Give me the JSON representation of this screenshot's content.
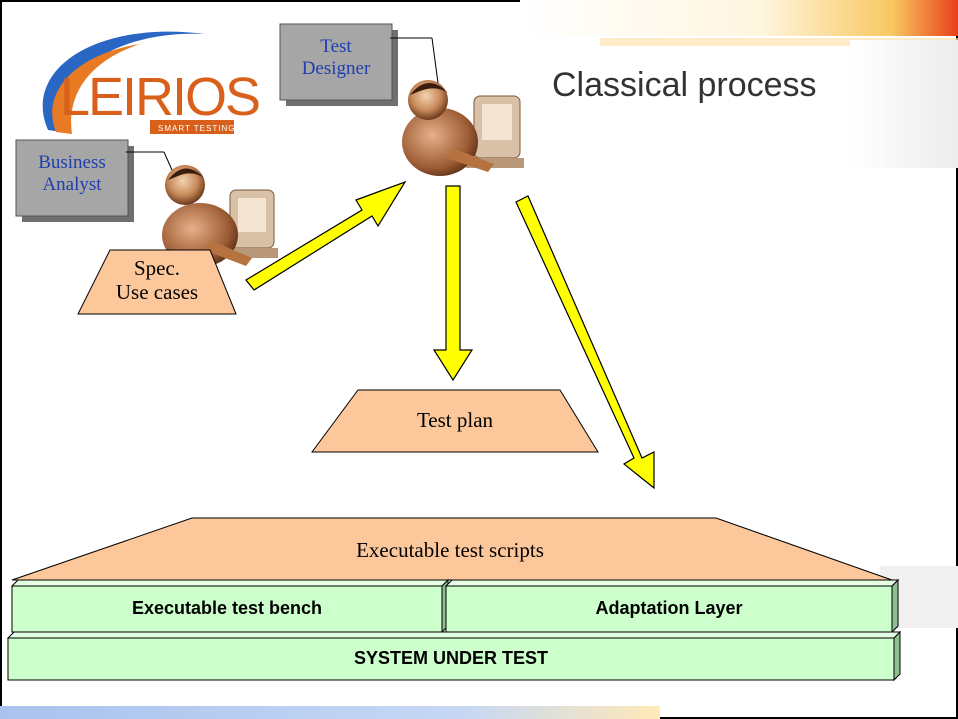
{
  "slide": {
    "title": "Classical process",
    "logo": {
      "name": "LEIRIOS",
      "tagline": "SMART TESTING"
    }
  },
  "actors": {
    "business_analyst": {
      "label_line1": "Business",
      "label_line2": "Analyst"
    },
    "test_designer": {
      "label_line1": "Test",
      "label_line2": "Designer"
    }
  },
  "artifacts": {
    "spec": {
      "line1": "Spec.",
      "line2": "Use cases"
    },
    "test_plan": "Test plan",
    "executable_scripts": "Executable test scripts"
  },
  "layers": {
    "test_bench": "Executable test bench",
    "adaptation": "Adaptation Layer",
    "system_under_test": "SYSTEM UNDER TEST"
  },
  "colors": {
    "arrow_fill": "#ffff00",
    "trapezoid_fill": "#fcc79b",
    "layer_fill": "#ccffcc",
    "sticky_fill": "#a6a6a6",
    "logo_orange": "#d9601b",
    "logo_blue": "#2a66c4",
    "title_text": "#333333"
  },
  "icons": [
    "person-at-computer-icon",
    "person-at-computer-icon",
    "arrow-icon"
  ]
}
